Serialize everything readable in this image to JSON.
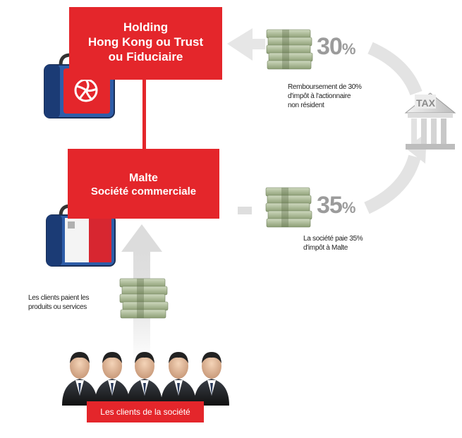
{
  "holding": {
    "line1": "Holding",
    "line2": "Hong Kong ou Trust",
    "line3": "ou Fiduciaire"
  },
  "malta": {
    "line1": "Malte",
    "line2": "Société commerciale"
  },
  "clients_box": "Les clients de la société",
  "pct_top": {
    "value": "30",
    "sign": "%"
  },
  "pct_mid": {
    "value": "35",
    "sign": "%"
  },
  "note_refund": [
    "Remboursement  de 30%",
    "d'impôt à l'actionnaire",
    "non résident"
  ],
  "note_company": [
    "La société paie 35%",
    "d'impôt à Malte"
  ],
  "note_clients": [
    "Les clients  paient les",
    "produits ou services"
  ],
  "tax_label": "TAX",
  "icons": [
    "briefcase-hk-icon",
    "briefcase-malta-icon",
    "money-stack-icon",
    "tax-building-icon",
    "businessman-icon"
  ],
  "colors": {
    "red": "#e4262b",
    "arrow_gray": "#e0e0e0",
    "pct_gray": "#9b9b9b"
  }
}
